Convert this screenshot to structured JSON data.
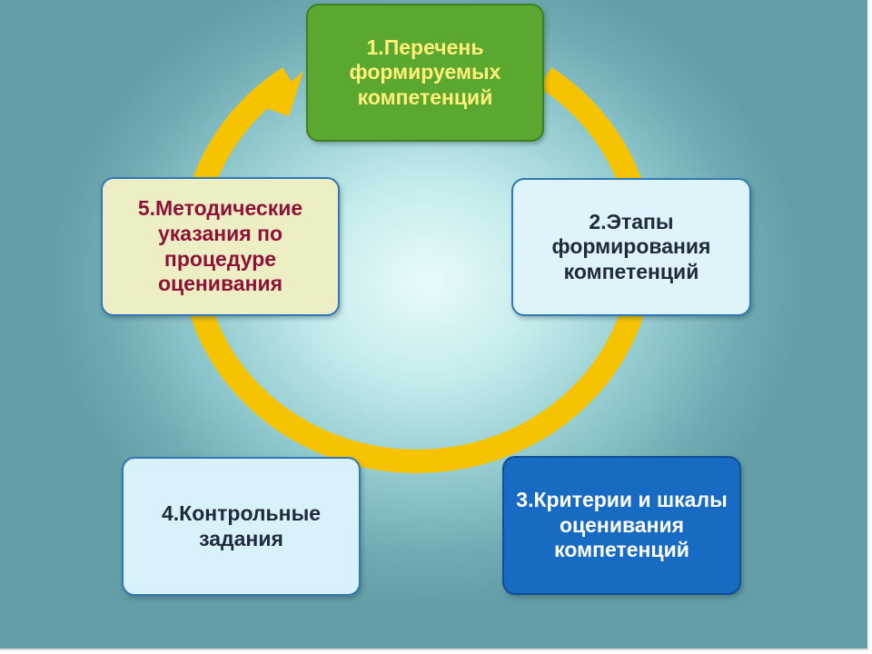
{
  "diagram": {
    "type": "cycle",
    "steps": [
      {
        "id": 1,
        "label": "1.Перечень\nформируемых\nкомпетенций"
      },
      {
        "id": 2,
        "label": "2.Этапы\nформирования\nкомпетенций"
      },
      {
        "id": 3,
        "label": "3.Критерии и шкалы\nоценивания\nкомпетенций"
      },
      {
        "id": 4,
        "label": "4.Контрольные\nзадания"
      },
      {
        "id": 5,
        "label": "5.Методические\nуказания по\nпроцедуре\nоценивания"
      }
    ],
    "colors": {
      "ring": "#f6c300",
      "step1_fill": "#5aa830",
      "step1_text": "#fff07a",
      "step2_fill": "#dff3fb",
      "step3_fill": "#176bc2",
      "step4_fill": "#d9f1fb",
      "step5_fill": "#eeeec4",
      "step5_text": "#8c1238",
      "border": "#2f78b6"
    }
  }
}
